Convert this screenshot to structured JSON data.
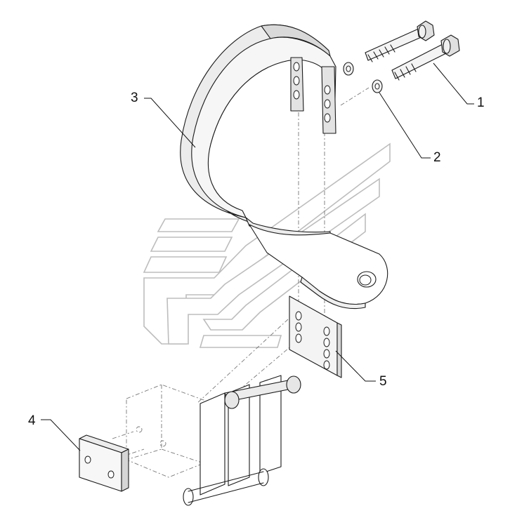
{
  "callouts": [
    {
      "id": "part-1",
      "label": "1"
    },
    {
      "id": "part-2",
      "label": "2"
    },
    {
      "id": "part-3",
      "label": "3"
    },
    {
      "id": "part-4",
      "label": "4"
    },
    {
      "id": "part-5",
      "label": "5"
    }
  ],
  "colors": {
    "line": "#1a1a1a",
    "shade_light": "#ececec",
    "shade_mid": "#d9d9d9",
    "watermark": "#bdbdbd"
  }
}
